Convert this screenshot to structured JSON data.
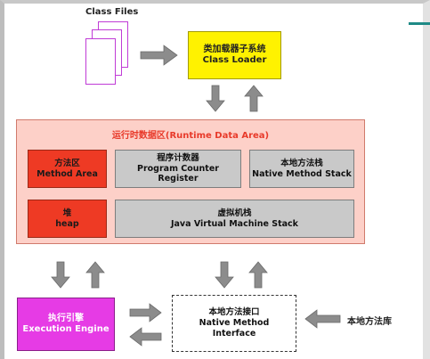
{
  "class_files": {
    "label": "Class Files",
    "icon": "document-stack-icon"
  },
  "class_loader": {
    "line1": "类加载器子系统",
    "line2": "Class Loader"
  },
  "runtime_data_area": {
    "title": "运行时数据区(Runtime Data Area)",
    "method_area": {
      "line1": "方法区",
      "line2": "Method Area"
    },
    "program_counter": {
      "line1": "程序计数器",
      "line2": "Program Counter Register"
    },
    "native_method_stack": {
      "line1": "本地方法栈",
      "line2": "Native Method Stack"
    },
    "heap": {
      "line1": "堆",
      "line2": "heap"
    },
    "jvm_stack": {
      "line1": "虚拟机栈",
      "line2": "Java Virtual Machine Stack"
    }
  },
  "execution_engine": {
    "line1": "执行引擎",
    "line2": "Execution Engine"
  },
  "native_interface": {
    "line1": "本地方法接口",
    "line2": "Native Method",
    "line3": "Interface"
  },
  "native_library": {
    "label": "本地方法库"
  },
  "colors": {
    "method_area": "#ee3a24",
    "heap": "#ee3a24",
    "class_loader": "#fff200",
    "execution_engine": "#e63be5",
    "runtime_area_bg": "#fdd0c8",
    "runtime_title": "#e83a2a",
    "gray_box": "#c9c9c9",
    "arrow": "#8c8c8c"
  }
}
